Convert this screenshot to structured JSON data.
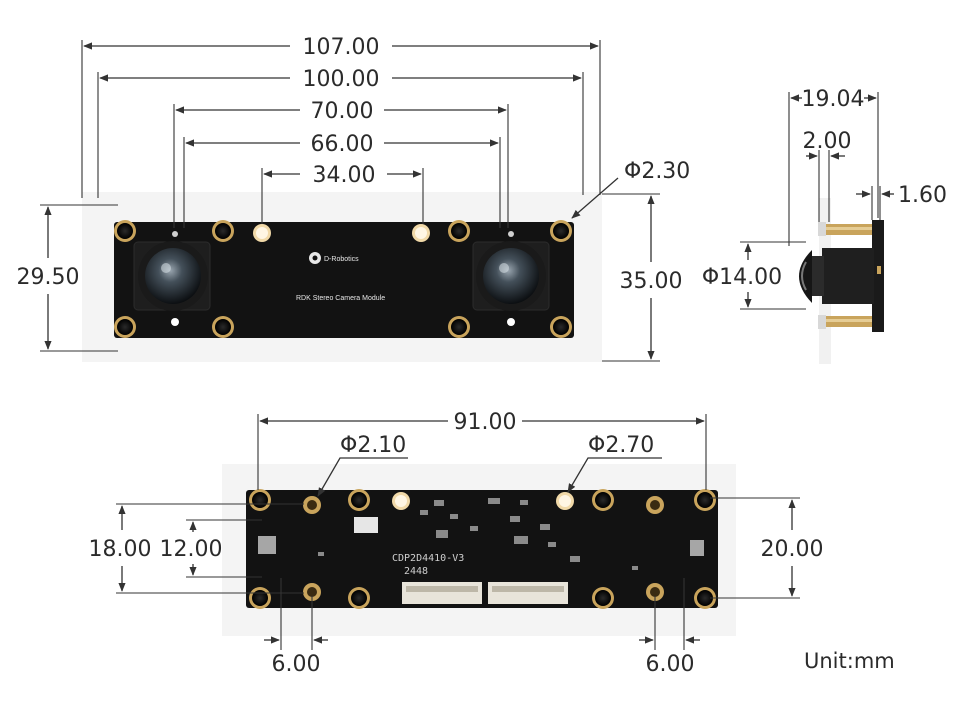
{
  "front_view": {
    "dimensions": [
      "107.00",
      "100.00",
      "70.00",
      "66.00",
      "34.00",
      "Φ2.30",
      "29.50",
      "35.00"
    ],
    "board_brand": "D-Robotics",
    "board_label": "RDK Stereo Camera Module"
  },
  "side_view": {
    "dimensions": [
      "19.04",
      "2.00",
      "1.60",
      "Φ14.00"
    ]
  },
  "back_view": {
    "dimensions": [
      "91.00",
      "Φ2.10",
      "Φ2.70",
      "18.00",
      "12.00",
      "20.00",
      "6.00",
      "6.00"
    ],
    "board_code": "CDP2D4410-V3",
    "board_date": "2448"
  },
  "unit_label": "Unit:mm",
  "colors": {
    "pcb": "#121212",
    "line": "#333333",
    "gold": "#c9a45c",
    "text": "#2b2b2b"
  }
}
